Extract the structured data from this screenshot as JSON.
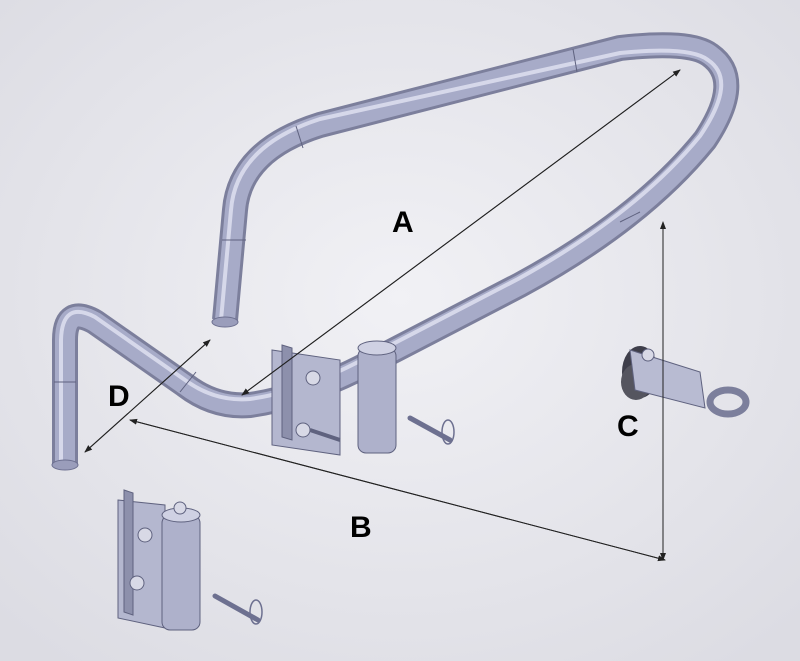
{
  "labels": {
    "a": "A",
    "b": "B",
    "c": "C",
    "d": "D"
  },
  "colors": {
    "background": "#e9e9ee",
    "tube": "#a7abc8",
    "tube_shadow": "#7c7f9c",
    "tube_highlight": "#e2e4f2",
    "dimension_line": "#222222"
  }
}
